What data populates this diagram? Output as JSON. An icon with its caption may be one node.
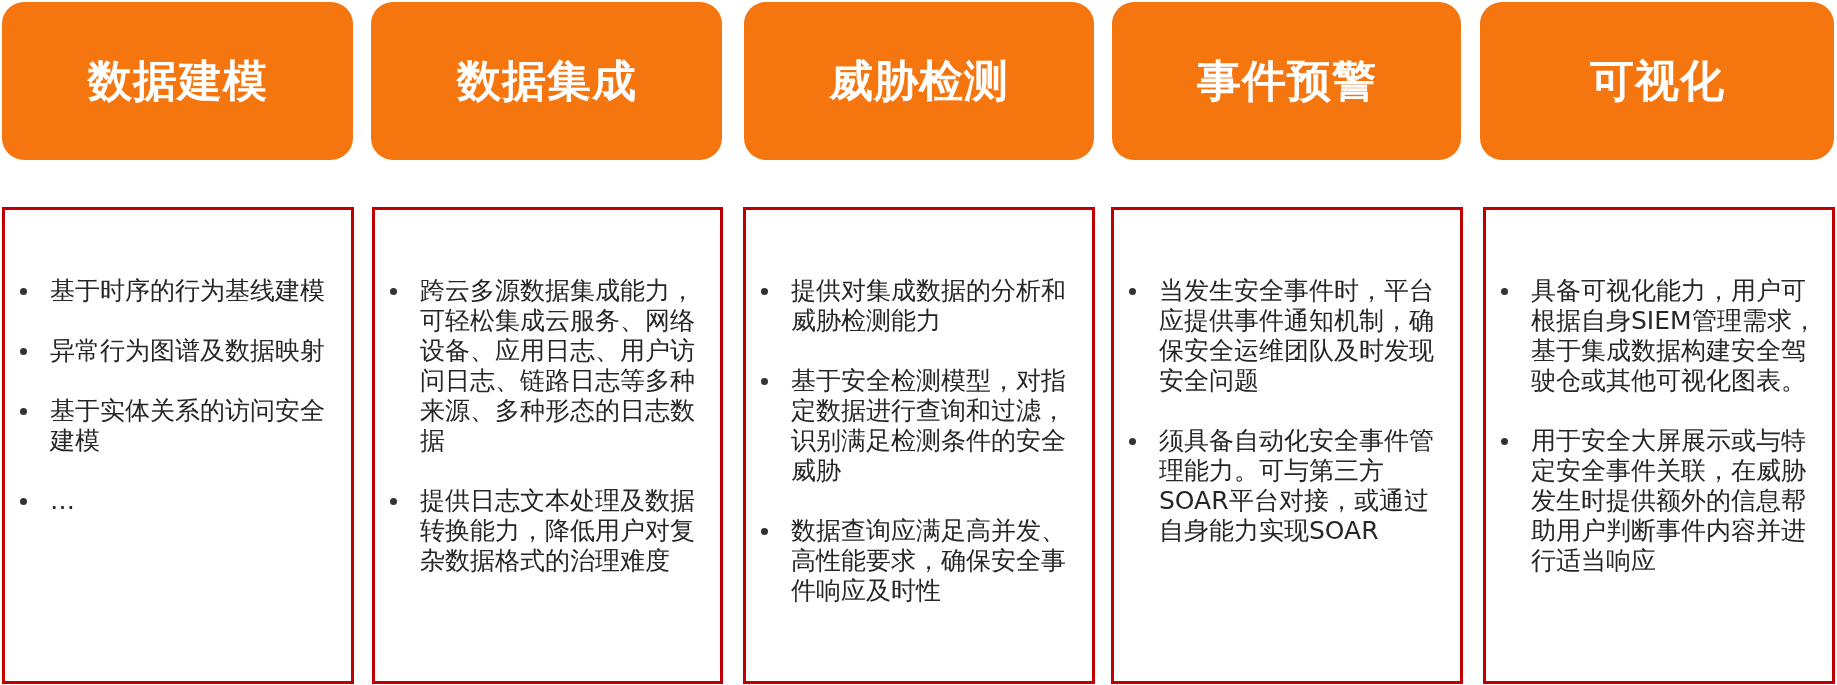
{
  "diagram": {
    "nodes": [
      {
        "text": [
          "数据建模"
        ]
      },
      {
        "text": [
          "数据集成"
        ]
      },
      {
        "text": [
          "威胁检测"
        ]
      },
      {
        "text": [
          "事件预警"
        ]
      },
      {
        "text": [
          "可视化"
        ]
      },
      {
        "text": [
          "基于时序的行为基线建模",
          "异常行为图谱及数据映射",
          "基于实体关系的访问安全建模",
          "…"
        ]
      },
      {
        "text": [
          "跨云多源数据集成能力，可轻松集成云服务、网络设备、应用日志、用户访问日志、链路日志等多种来源、多种形态的日志数据",
          "提供日志文本处理及数据转换能力，降低用户对复杂数据格式的治理难度"
        ]
      },
      {
        "text": [
          "提供对集成数据的分析和威胁检测能力",
          "基于安全检测模型，对指定数据进行查询和过滤，识别满足检测条件的安全威胁",
          "数据查询应满足高并发、高性能要求，确保安全事件响应及时性"
        ]
      },
      {
        "text": [
          "当发生安全事件时，平台应提供事件通知机制，确保安全运维团队及时发现安全问题",
          "须具备自动化安全事件管理能力。可与第三方SOAR平台对接，或通过自身能力实现SOAR"
        ]
      },
      {
        "text": [
          "具备可视化能力，用户可根据自身SIEM管理需求，基于集成数据构建安全驾驶仓或其他可视化图表。",
          "用于安全大屏展示或与特定安全事件关联，在威胁发生时提供额外的信息帮助用户判断事件内容并进行适当响应"
        ]
      }
    ]
  }
}
